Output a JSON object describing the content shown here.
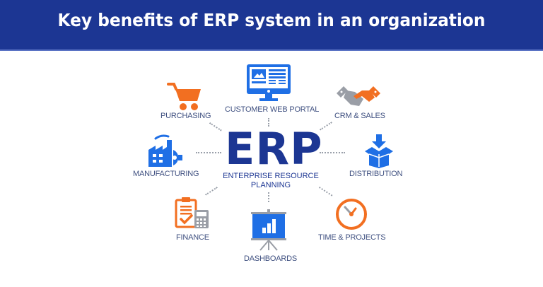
{
  "header": {
    "title": "Key benefits of ERP system in an organization"
  },
  "center": {
    "acronym": "ERP",
    "line1": "ENTERPRISE RESOURCE",
    "line2": "PLANNING"
  },
  "nodes": [
    {
      "label": "PURCHASING",
      "icon": "shopping-cart-icon"
    },
    {
      "label": "CUSTOMER WEB PORTAL",
      "icon": "monitor-icon"
    },
    {
      "label": "CRM & SALES",
      "icon": "handshake-icon"
    },
    {
      "label": "MANUFACTURING",
      "icon": "factory-icon"
    },
    {
      "label": "DISTRIBUTION",
      "icon": "box-arrow-icon"
    },
    {
      "label": "FINANCE",
      "icon": "clipboard-calculator-icon"
    },
    {
      "label": "DASHBOARDS",
      "icon": "presentation-chart-icon"
    },
    {
      "label": "TIME & PROJECTS",
      "icon": "clock-icon"
    }
  ],
  "colors": {
    "header_bg": "#1c3693",
    "brand_blue": "#1c3693",
    "icon_blue": "#1f6fe5",
    "icon_orange": "#f26f21",
    "icon_gray": "#9a9ea6",
    "label_text": "#3f5080",
    "connector": "#9aa0aa"
  }
}
